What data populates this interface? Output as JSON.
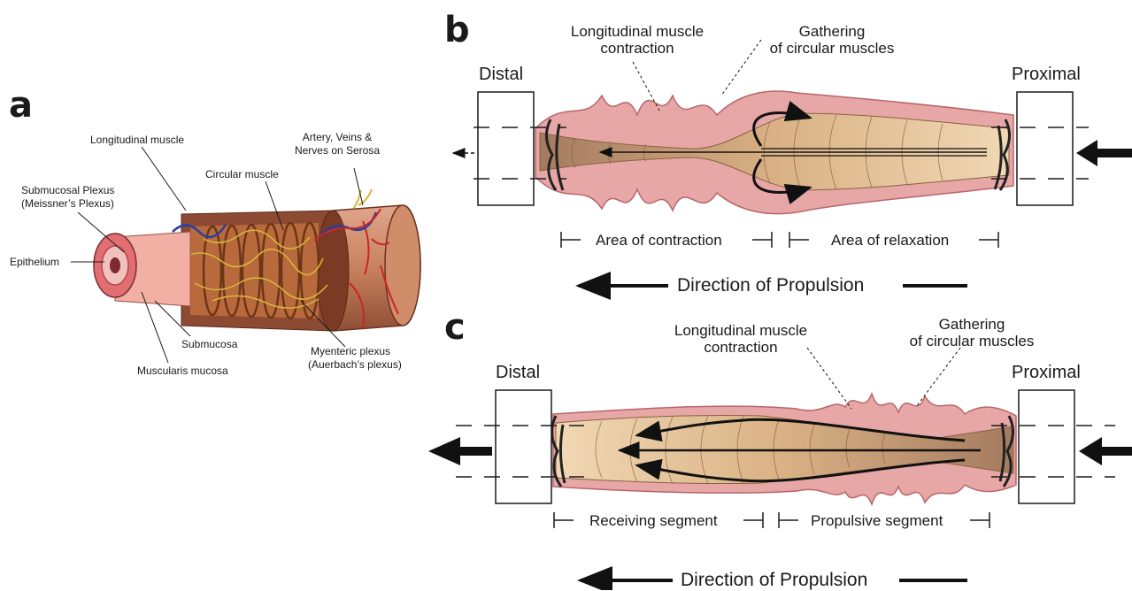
{
  "panel_a": {
    "letter": "a",
    "labels": {
      "longitudinal_muscle": "Longitudinal muscle",
      "artery": "Artery, Veins &",
      "artery2": "Nerves on Serosa",
      "submucosal": "Submucosal Plexus",
      "submucosal2": "(Meissner’s Plexus)",
      "circular_muscle": "Circular muscle",
      "epithelium": "Epithelium",
      "submucosa": "Submucosa",
      "muscularis": "Muscularis mucosa",
      "myenteric": "Myenteric plexus",
      "myenteric2": "(Auerbach’s plexus)"
    }
  },
  "panel_b": {
    "letter": "b",
    "distal": "Distal",
    "proximal": "Proximal",
    "long_contraction_1": "Longitudinal muscle",
    "long_contraction_2": "contraction",
    "gathering_1": "Gathering",
    "gathering_2": "of circular muscles",
    "segment_left": "Area of contraction",
    "segment_right": "Area of relaxation",
    "propulsion": "Direction of Propulsion"
  },
  "panel_c": {
    "letter": "c",
    "distal": "Distal",
    "proximal": "Proximal",
    "long_contraction_1": "Longitudinal muscle",
    "long_contraction_2": "contraction",
    "gathering_1": "Gathering",
    "gathering_2": "of circular muscles",
    "segment_left": "Receiving segment",
    "segment_right": "Propulsive segment",
    "propulsion": "Direction of Propulsion"
  },
  "colors": {
    "muscle_pink": "#e7a7a6",
    "muscle_dark": "#b8666a",
    "lumen_tan": "#e9c79c",
    "lumen_dark": "#b68a63",
    "serosa": "#c98462",
    "nerve_yellow": "#d7b43b",
    "vessel_red": "#c8262a",
    "vessel_blue": "#2b3f9e"
  }
}
